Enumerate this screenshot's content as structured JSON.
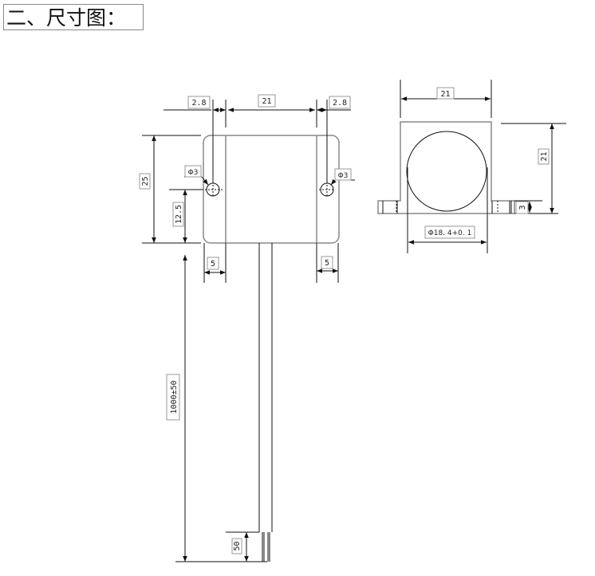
{
  "title": "二、尺寸图：",
  "front_view": {
    "dim_left_offset": "2.8",
    "dim_width": "21",
    "dim_right_offset": "2.8",
    "dim_height": "25",
    "dim_hole_height": "12.5",
    "hole_left": "Φ3",
    "hole_right": "Φ3",
    "dim_left_flange": "5",
    "dim_right_flange": "5",
    "dim_cable_length": "1000±50",
    "dim_wire_strip": "50"
  },
  "side_view": {
    "dim_width": "21",
    "dim_height": "21",
    "dim_flange_height": "3",
    "dim_bore": "Φ18. 4+0. 1"
  }
}
